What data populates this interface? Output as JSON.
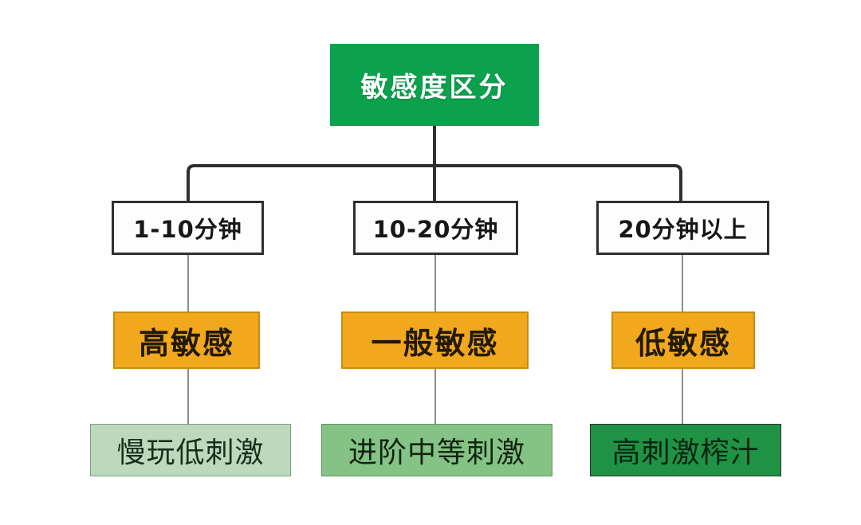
{
  "diagram": {
    "title": "敏感度区分",
    "type": "hierarchy-flowchart",
    "root": {
      "label": "敏感度区分",
      "color": "#0ba14d",
      "text_color": "#ffffff"
    },
    "branches": [
      {
        "duration": "1-10分钟",
        "sensitivity": "高敏感",
        "advice": "慢玩低刺激",
        "duration_color": "#fdfdfd",
        "sensitivity_color": "#f2a81d",
        "advice_color": "#bcd9bc"
      },
      {
        "duration": "10-20分钟",
        "sensitivity": "一般敏感",
        "advice": "进阶中等刺激",
        "duration_color": "#fdfdfd",
        "sensitivity_color": "#f2a81d",
        "advice_color": "#85c285"
      },
      {
        "duration": "20分钟以上",
        "sensitivity": "低敏感",
        "advice": "高刺激榨汁",
        "duration_color": "#fdfdfd",
        "sensitivity_color": "#f2a81d",
        "advice_color": "#1f9245"
      }
    ],
    "connector_color": "#2f2f2f",
    "thin_connector_color": "#8d8d8d"
  }
}
